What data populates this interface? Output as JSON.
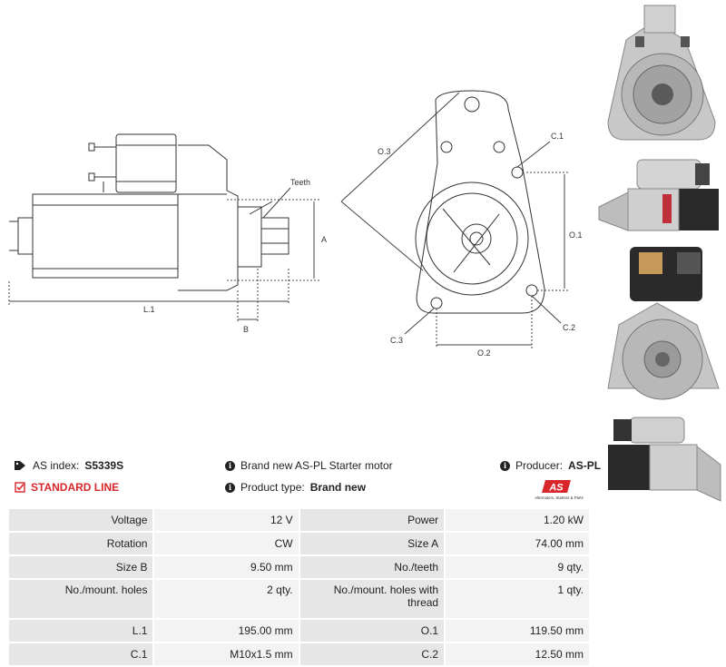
{
  "diagram": {
    "label_teeth": "Teeth",
    "label_a": "A",
    "label_b": "B",
    "label_l1": "L.1",
    "label_o3": "O.3",
    "label_c1": "C.1",
    "label_o1": "O.1",
    "label_c2": "C.2",
    "label_c3": "C.3",
    "label_o2": "O.2"
  },
  "info": {
    "as_index_label": "AS index:",
    "as_index_value": "S5339S",
    "standard_line": "STANDARD LINE",
    "description": "Brand new AS-PL Starter motor",
    "product_type_label": "Product type:",
    "product_type_value": "Brand new",
    "producer_label": "Producer:",
    "producer_value": "AS-PL",
    "logo_text": "AS",
    "logo_tagline": "Alternators, Starters & Parts"
  },
  "specs": {
    "rows": [
      {
        "l1": "Voltage",
        "v1": "12 V",
        "l2": "Power",
        "v2": "1.20 kW"
      },
      {
        "l1": "Rotation",
        "v1": "CW",
        "l2": "Size A",
        "v2": "74.00 mm"
      },
      {
        "l1": "Size B",
        "v1": "9.50 mm",
        "l2": "No./teeth",
        "v2": "9 qty."
      },
      {
        "l1": "No./mount. holes",
        "v1": "2 qty.",
        "l2": "No./mount. holes with thread",
        "v2": "1 qty."
      },
      {
        "l1": "L.1",
        "v1": "195.00 mm",
        "l2": "O.1",
        "v2": "119.50 mm"
      },
      {
        "l1": "C.1",
        "v1": "M10x1.5 mm",
        "l2": "C.2",
        "v2": "12.50 mm"
      }
    ]
  },
  "colors": {
    "accent_red": "#d9262a",
    "label_bg": "#e6e6e6",
    "value_bg": "#f3f3f3"
  }
}
